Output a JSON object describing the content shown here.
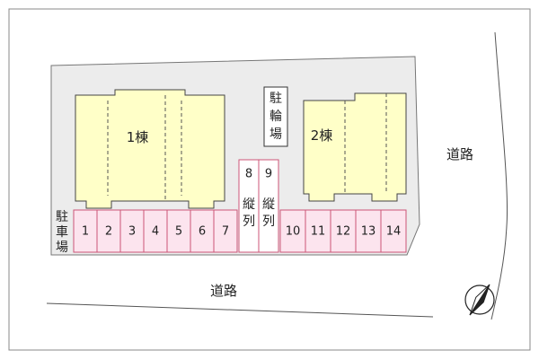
{
  "title": "site-plan",
  "buildings": [
    {
      "label": "1棟"
    },
    {
      "label": "2棟"
    }
  ],
  "bicycle_parking": {
    "label": "駐輪場",
    "chars": [
      "駐",
      "輪",
      "場"
    ]
  },
  "parking_lot_label": {
    "label": "駐車場",
    "chars": [
      "駐",
      "車",
      "場"
    ]
  },
  "parking": {
    "left_spaces": [
      "1",
      "2",
      "3",
      "4",
      "5",
      "6",
      "7"
    ],
    "tandem_spaces": [
      {
        "number": "8",
        "label": "縦列",
        "chars": [
          "縦",
          "列"
        ]
      },
      {
        "number": "9",
        "label": "縦列",
        "chars": [
          "縦",
          "列"
        ]
      }
    ],
    "right_spaces": [
      "10",
      "11",
      "12",
      "13",
      "14"
    ]
  },
  "roads": {
    "bottom": "道路",
    "right": "道路"
  },
  "colors": {
    "site_fill": "#ececec",
    "building_fill": "#ffffc8",
    "parking_fill": "#fce4ee",
    "parking_border": "#cc5577",
    "tandem_number_highlight": "#d03030",
    "outline": "#444444"
  }
}
